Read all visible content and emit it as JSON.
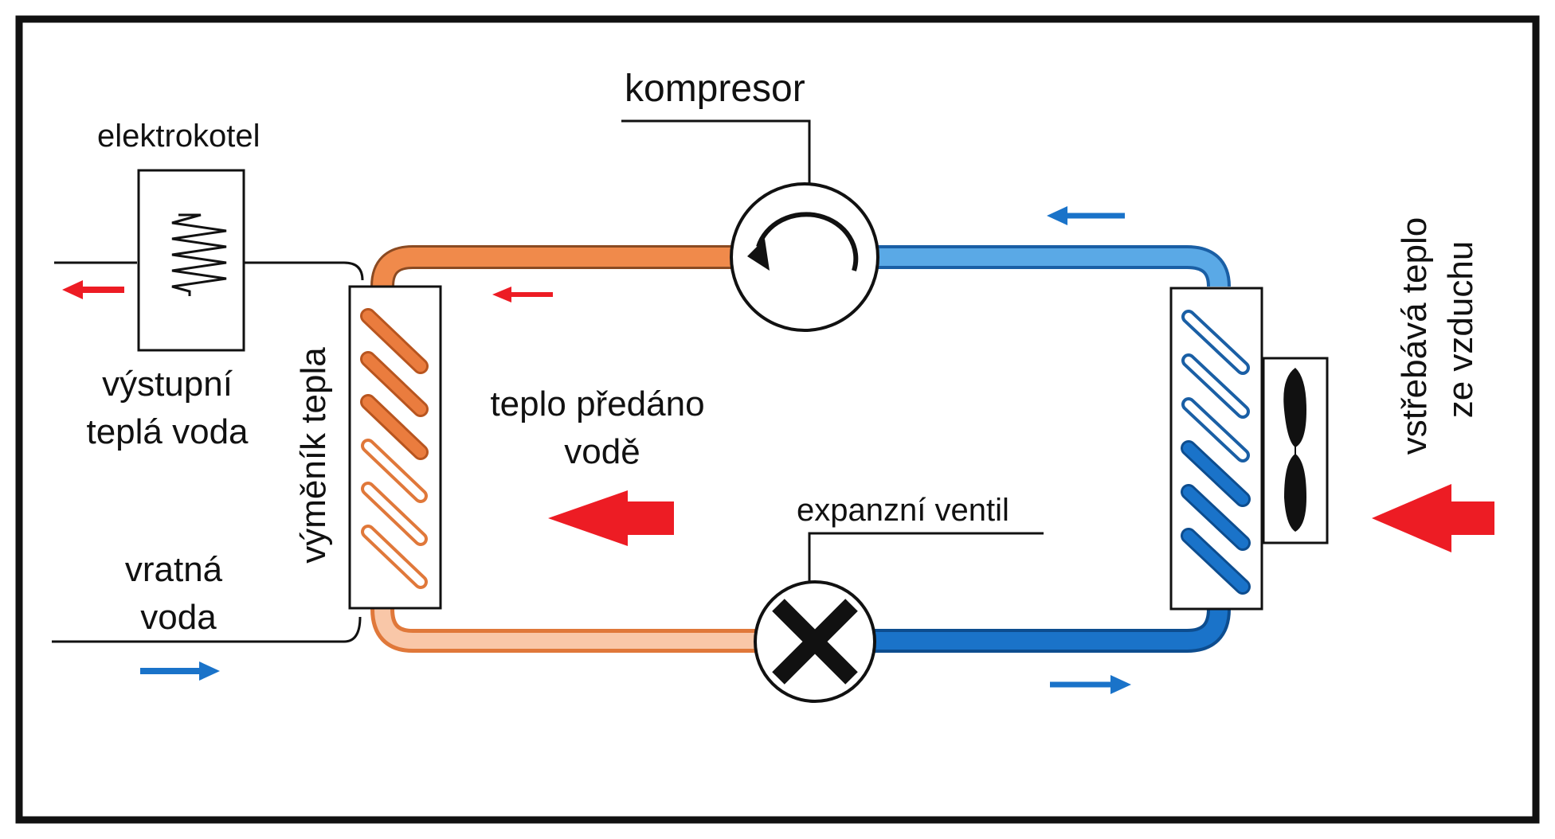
{
  "labels": {
    "kompresor": "kompresor",
    "elektrokotel": "elektrokotel",
    "vystupni_line1": "výstupní",
    "vystupni_line2": "teplá voda",
    "vratna_line1": "vratná",
    "vratna_line2": "voda",
    "vymenik": "výměník tepla",
    "teplo_line1": "teplo předáno",
    "teplo_line2": "vodě",
    "expanzni": "expanzní ventil",
    "vstrebava_line1": "vstřebává teplo",
    "vstrebava_line2": "ze vzduchu"
  },
  "colors": {
    "hot_pipe": "#f08a4b",
    "warm_pipe": "#f5b896",
    "cold_pipe_top": "#5aa9e6",
    "cold_pipe_bottom": "#1a73c9",
    "arrow_red": "#ed1c24",
    "arrow_blue": "#1a73c9",
    "outline": "#111111"
  },
  "icons": {
    "compressor": "compressor-rotation-icon",
    "expansion_valve": "expansion-valve-x-icon",
    "heater": "heating-coil-icon",
    "fan": "fan-icon"
  }
}
